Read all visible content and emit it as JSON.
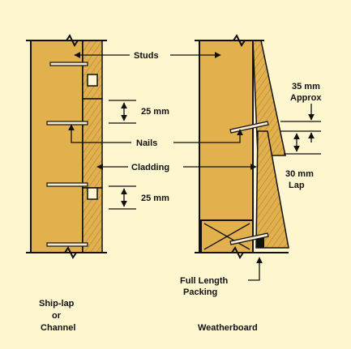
{
  "labels": {
    "studs": "Studs",
    "nails": "Nails",
    "cladding": "Cladding",
    "dim_25_upper": "25 mm",
    "dim_25_lower": "25 mm",
    "dim_35_line1": "35 mm",
    "dim_35_line2": "Approx",
    "dim_30_line1": "30 mm",
    "dim_30_line2": "Lap",
    "packing_line1": "Full Length",
    "packing_line2": "Packing",
    "left_caption_line1": "Ship-lap",
    "left_caption_line2": "or",
    "left_caption_line3": "Channel",
    "right_caption": "Weatherboard"
  },
  "colors": {
    "background": "#fdf6cf",
    "timber": "#e2b04c",
    "ink": "#111111",
    "nail": "#f4ead0"
  }
}
